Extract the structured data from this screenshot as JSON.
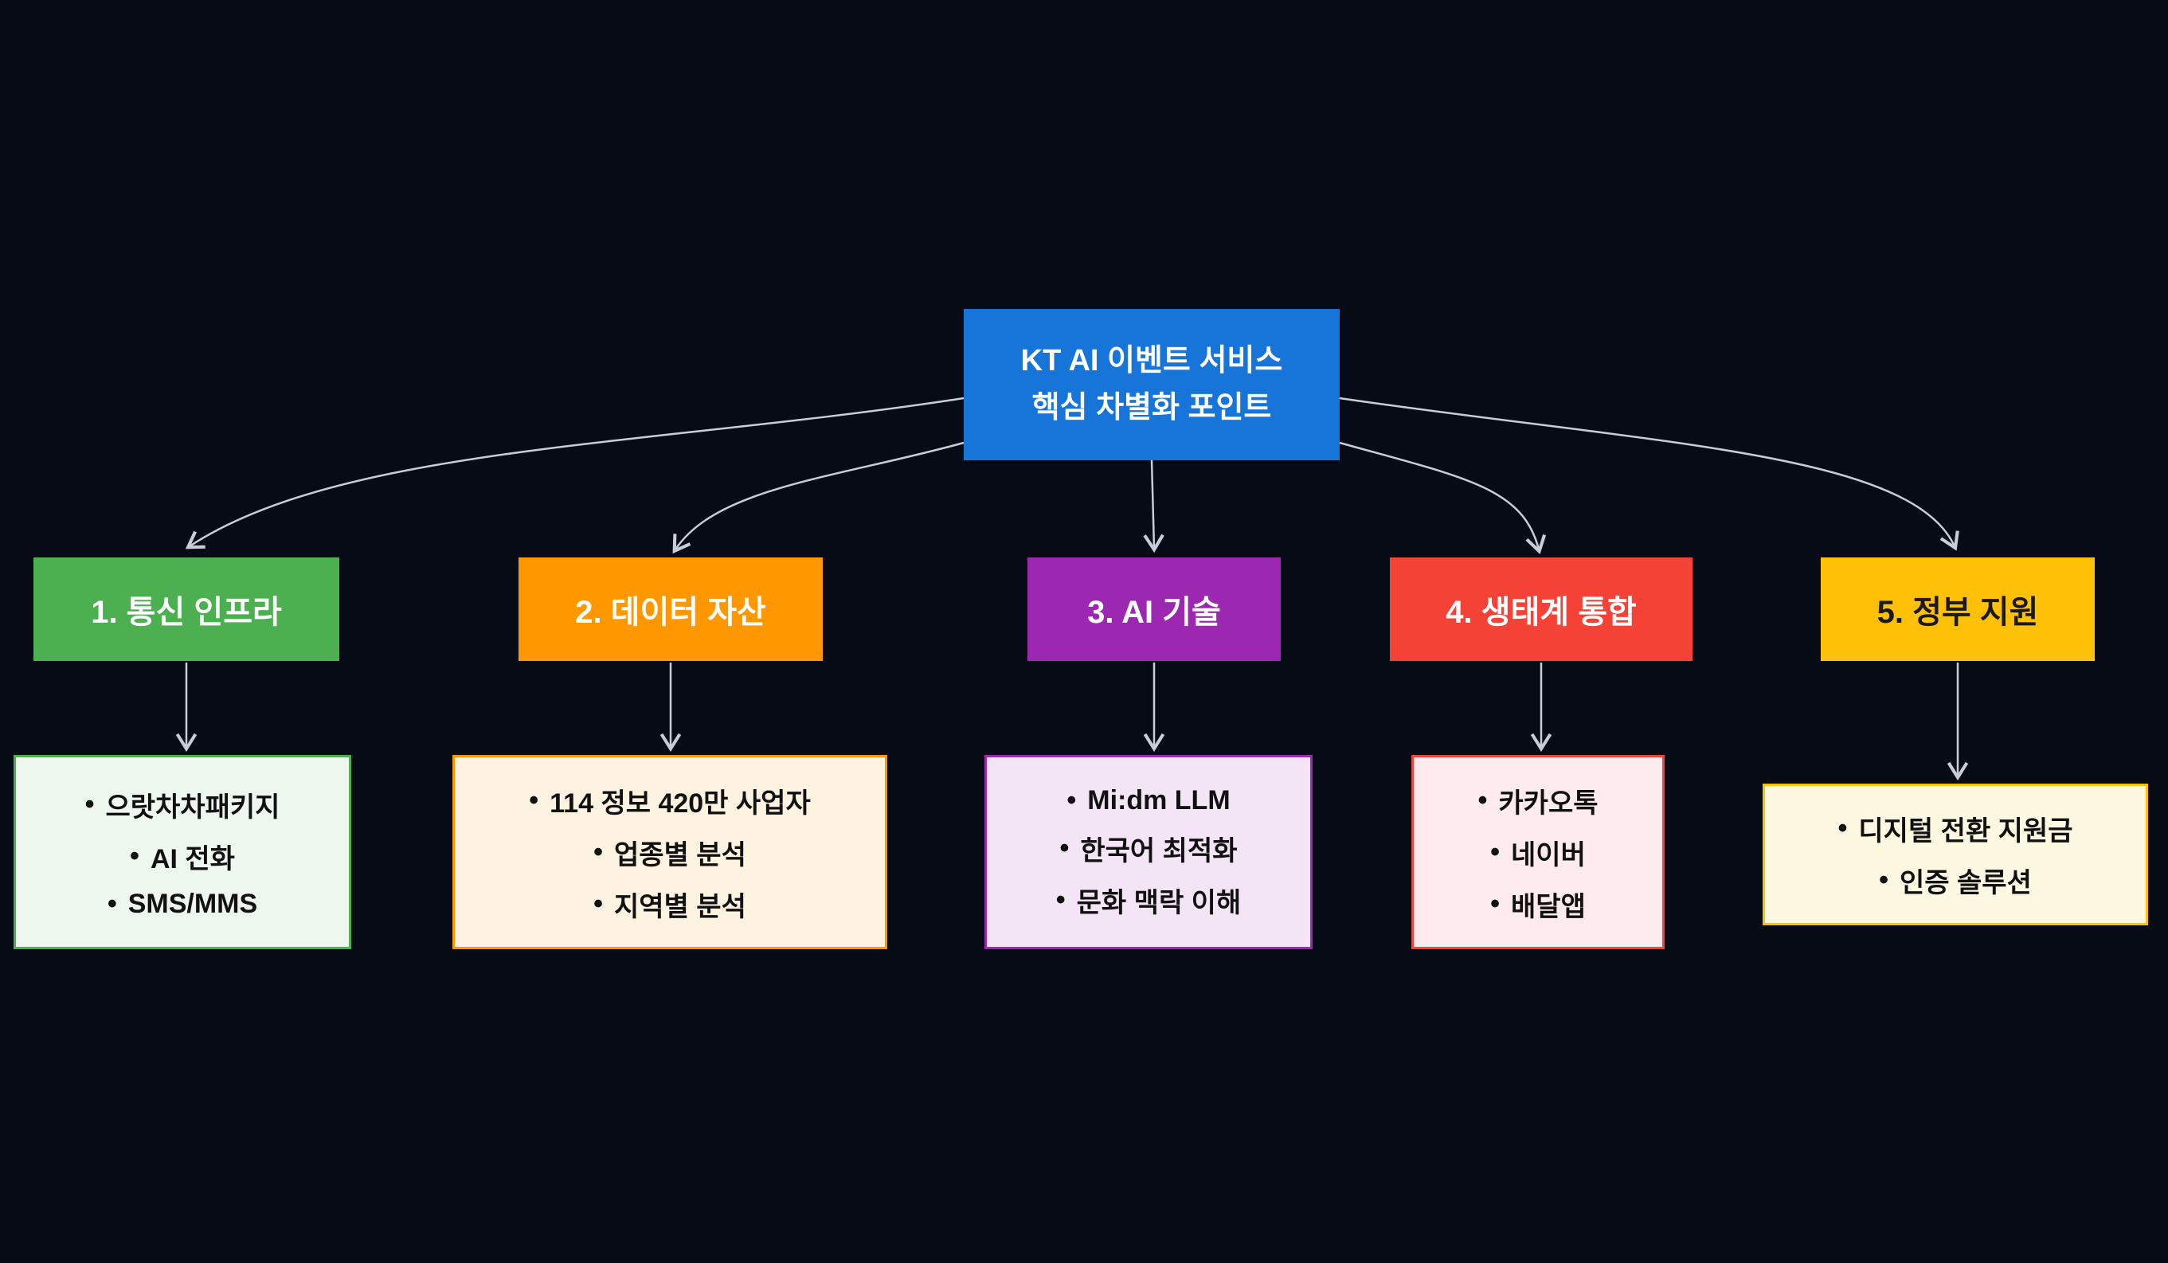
{
  "root": {
    "title_line1": "KT AI 이벤트 서비스",
    "title_line2": "핵심 차별화 포인트"
  },
  "branches": [
    {
      "label": "1. 통신 인프라",
      "color": "#4CAF50",
      "items": [
        "으랏차차패키지",
        "AI 전화",
        "SMS/MMS"
      ]
    },
    {
      "label": "2. 데이터 자산",
      "color": "#FF9800",
      "items": [
        "114 정보 420만 사업자",
        "업종별 분석",
        "지역별 분석"
      ]
    },
    {
      "label": "3. AI 기술",
      "color": "#9C27B0",
      "items": [
        "Mi:dm LLM",
        "한국어 최적화",
        "문화 맥락 이해"
      ]
    },
    {
      "label": "4. 생태계 통합",
      "color": "#F44336",
      "items": [
        "카카오톡",
        "네이버",
        "배달앱"
      ]
    },
    {
      "label": "5. 정부 지원",
      "color": "#FFC107",
      "items": [
        "디지털 전환 지원금",
        "인증 솔루션"
      ]
    }
  ],
  "colors": {
    "background": "#070B16",
    "root_box": "#1774D8",
    "connector": "#C9CDD6"
  }
}
